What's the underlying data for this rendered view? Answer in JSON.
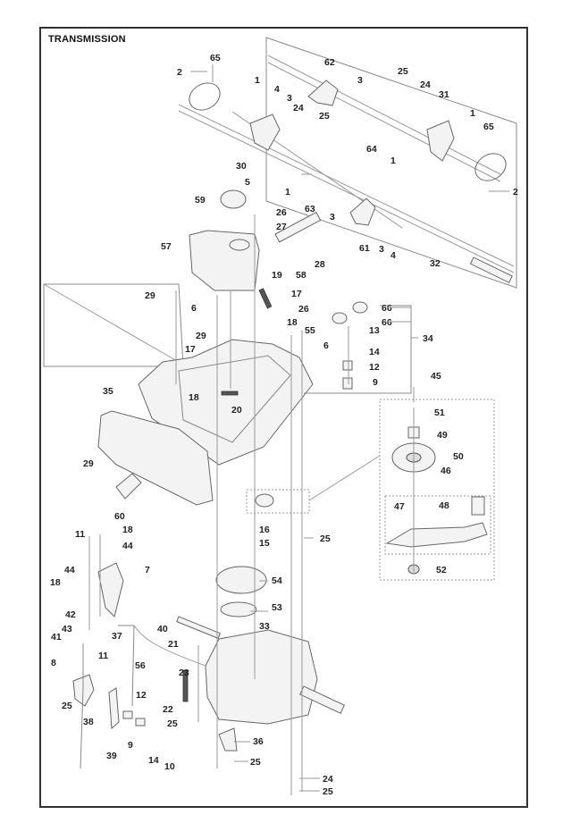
{
  "title": "TRANSMISSION",
  "callouts": [
    {
      "id": "c65a",
      "label": "65"
    },
    {
      "id": "c2a",
      "label": "2"
    },
    {
      "id": "c1a",
      "label": "1"
    },
    {
      "id": "c4a",
      "label": "4"
    },
    {
      "id": "c3a",
      "label": "3"
    },
    {
      "id": "c62",
      "label": "62"
    },
    {
      "id": "c3b",
      "label": "3"
    },
    {
      "id": "c25a",
      "label": "25"
    },
    {
      "id": "c24a",
      "label": "24"
    },
    {
      "id": "c31",
      "label": "31"
    },
    {
      "id": "c1b",
      "label": "1"
    },
    {
      "id": "c65b",
      "label": "65"
    },
    {
      "id": "c24b",
      "label": "24"
    },
    {
      "id": "c25b",
      "label": "25"
    },
    {
      "id": "c64",
      "label": "64"
    },
    {
      "id": "c1c",
      "label": "1"
    },
    {
      "id": "c30",
      "label": "30"
    },
    {
      "id": "c5",
      "label": "5"
    },
    {
      "id": "c1d",
      "label": "1"
    },
    {
      "id": "c2b",
      "label": "2"
    },
    {
      "id": "c59",
      "label": "59"
    },
    {
      "id": "c63",
      "label": "63"
    },
    {
      "id": "c3c",
      "label": "3"
    },
    {
      "id": "c61",
      "label": "61"
    },
    {
      "id": "c3d",
      "label": "3"
    },
    {
      "id": "c4b",
      "label": "4"
    },
    {
      "id": "c32",
      "label": "32"
    },
    {
      "id": "c26a",
      "label": "26"
    },
    {
      "id": "c27",
      "label": "27"
    },
    {
      "id": "c57",
      "label": "57"
    },
    {
      "id": "c58",
      "label": "58"
    },
    {
      "id": "c28",
      "label": "28"
    },
    {
      "id": "c19",
      "label": "19"
    },
    {
      "id": "c17a",
      "label": "17"
    },
    {
      "id": "c29a",
      "label": "29"
    },
    {
      "id": "c6a",
      "label": "6"
    },
    {
      "id": "c26b",
      "label": "26"
    },
    {
      "id": "c18a",
      "label": "18"
    },
    {
      "id": "c66a",
      "label": "66"
    },
    {
      "id": "c66b",
      "label": "66"
    },
    {
      "id": "c29b",
      "label": "29"
    },
    {
      "id": "c55",
      "label": "55"
    },
    {
      "id": "c6b",
      "label": "6"
    },
    {
      "id": "c13a",
      "label": "13"
    },
    {
      "id": "c34",
      "label": "34"
    },
    {
      "id": "c17b",
      "label": "17"
    },
    {
      "id": "c14a",
      "label": "14"
    },
    {
      "id": "c12a",
      "label": "12"
    },
    {
      "id": "c9a",
      "label": "9"
    },
    {
      "id": "c45",
      "label": "45"
    },
    {
      "id": "c35",
      "label": "35"
    },
    {
      "id": "c18b",
      "label": "18"
    },
    {
      "id": "c20",
      "label": "20"
    },
    {
      "id": "c51",
      "label": "51"
    },
    {
      "id": "c49",
      "label": "49"
    },
    {
      "id": "c50",
      "label": "50"
    },
    {
      "id": "c46",
      "label": "46"
    },
    {
      "id": "c29c",
      "label": "29"
    },
    {
      "id": "c60",
      "label": "60"
    },
    {
      "id": "c47",
      "label": "47"
    },
    {
      "id": "c48",
      "label": "48"
    },
    {
      "id": "c16",
      "label": "16"
    },
    {
      "id": "c25c",
      "label": "25"
    },
    {
      "id": "c15",
      "label": "15"
    },
    {
      "id": "c52",
      "label": "52"
    },
    {
      "id": "c11a",
      "label": "11"
    },
    {
      "id": "c18c",
      "label": "18"
    },
    {
      "id": "c44a",
      "label": "44"
    },
    {
      "id": "c7",
      "label": "7"
    },
    {
      "id": "c44b",
      "label": "44"
    },
    {
      "id": "c18d",
      "label": "18"
    },
    {
      "id": "c54",
      "label": "54"
    },
    {
      "id": "c42",
      "label": "42"
    },
    {
      "id": "c43",
      "label": "43"
    },
    {
      "id": "c41",
      "label": "41"
    },
    {
      "id": "c37",
      "label": "37"
    },
    {
      "id": "c40",
      "label": "40"
    },
    {
      "id": "c53",
      "label": "53"
    },
    {
      "id": "c33",
      "label": "33"
    },
    {
      "id": "c21",
      "label": "21"
    },
    {
      "id": "c56",
      "label": "56"
    },
    {
      "id": "c8",
      "label": "8"
    },
    {
      "id": "c11b",
      "label": "11"
    },
    {
      "id": "c23",
      "label": "23"
    },
    {
      "id": "c25d",
      "label": "25"
    },
    {
      "id": "c12b",
      "label": "12"
    },
    {
      "id": "c22",
      "label": "22"
    },
    {
      "id": "c38",
      "label": "38"
    },
    {
      "id": "c25e",
      "label": "25"
    },
    {
      "id": "c9b",
      "label": "9"
    },
    {
      "id": "c39",
      "label": "39"
    },
    {
      "id": "c14b",
      "label": "14"
    },
    {
      "id": "c10",
      "label": "10"
    },
    {
      "id": "c36",
      "label": "36"
    },
    {
      "id": "c25f",
      "label": "25"
    },
    {
      "id": "c24c",
      "label": "24"
    },
    {
      "id": "c25g",
      "label": "25"
    }
  ]
}
